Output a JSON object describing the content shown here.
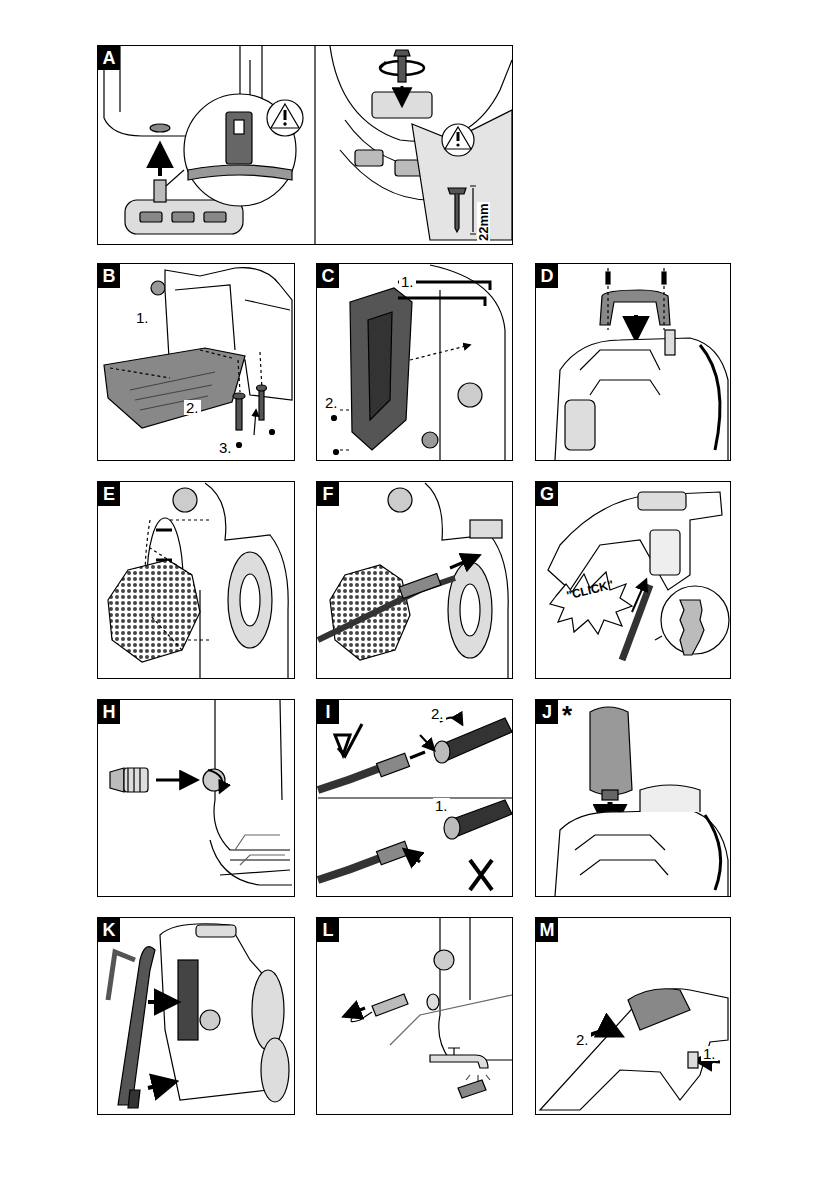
{
  "diagram": {
    "nodes": [
      {
        "text": [
          "A",
          "22mm"
        ]
      },
      {
        "text": [
          "B",
          "1.",
          "2.",
          "3."
        ]
      },
      {
        "text": [
          "C",
          "1.",
          "2."
        ]
      },
      {
        "text": [
          "D"
        ]
      },
      {
        "text": [
          "E"
        ]
      },
      {
        "text": [
          "F"
        ]
      },
      {
        "text": [
          "G",
          "\"CLICK\""
        ]
      },
      {
        "text": [
          "H"
        ]
      },
      {
        "text": [
          "I",
          "2.",
          "1."
        ]
      },
      {
        "text": [
          "J",
          "*"
        ]
      },
      {
        "text": [
          "K"
        ]
      },
      {
        "text": [
          "L"
        ]
      },
      {
        "text": [
          "M",
          "2.",
          "1."
        ]
      }
    ]
  }
}
